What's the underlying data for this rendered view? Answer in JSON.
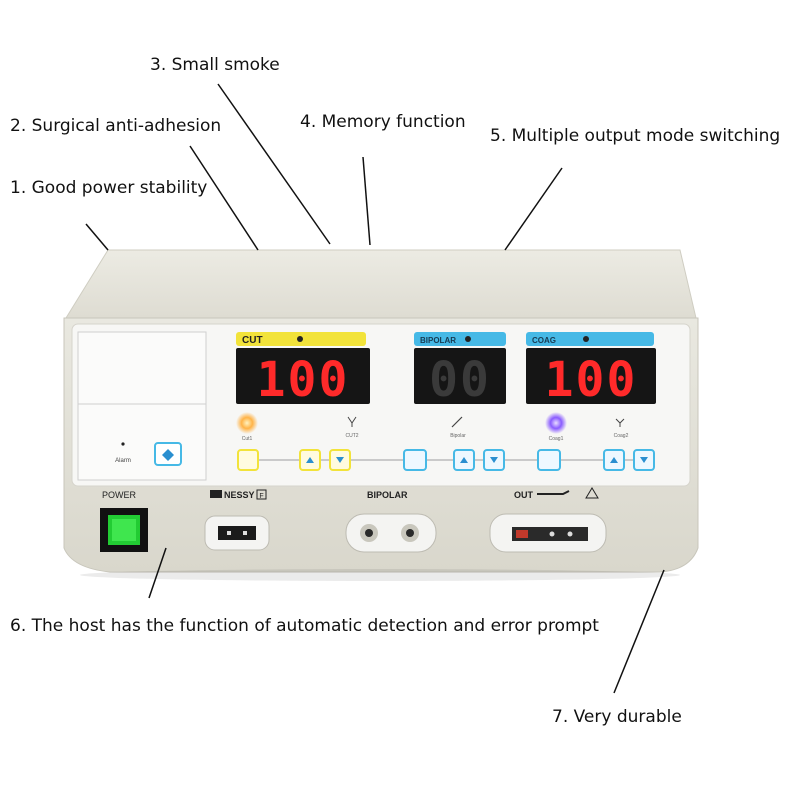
{
  "callouts": {
    "c1": "1. Good power stability",
    "c2": "2. Surgical anti-adhesion",
    "c3": "3. Small smoke",
    "c4": "4. Memory function",
    "c5": "5. Multiple output mode switching",
    "c6": "6. The host has the function of automatic detection and error prompt",
    "c7": "7. Very durable"
  },
  "device": {
    "panels": {
      "cut": {
        "label": "CUT",
        "display": "100",
        "color": "#f2e33a"
      },
      "bipolar": {
        "label": "BIPOLAR",
        "display": "00",
        "color": "#46b9e6"
      },
      "coag": {
        "label": "COAG",
        "display": "100",
        "color": "#46b9e6"
      }
    },
    "mode_labels": {
      "cut1": "Cut1",
      "cut2": "CUT2",
      "bipolar": "Bipolar",
      "coag1": "Coag1",
      "coag2": "Coag2",
      "alarm": "Alarm"
    },
    "ports": {
      "power": "POWER",
      "nessy": "NESSY",
      "nessy_badge": "F",
      "bipolar": "BIPOLAR",
      "out": "OUT"
    },
    "colors": {
      "body": "#e6e4da",
      "display_red": "#ff2a2a",
      "power_switch": "#22cc33",
      "cut_indicator": "#ffb347",
      "coag_indicator": "#8a5cff"
    }
  }
}
